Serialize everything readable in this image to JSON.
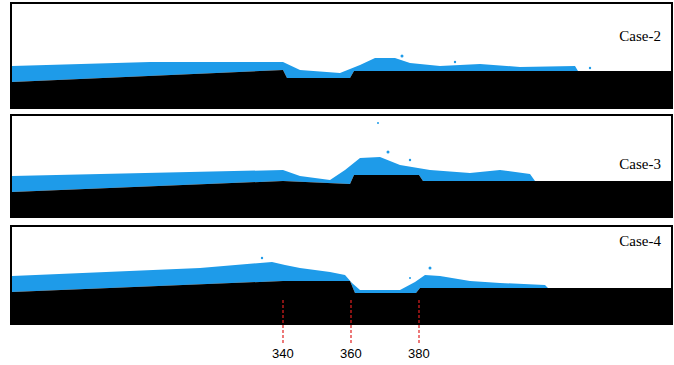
{
  "diagram": {
    "nodes": [
      {
        "text": [
          "Case-2"
        ]
      },
      {
        "text": [
          "Case-3"
        ]
      },
      {
        "text": [
          "Case-4"
        ]
      }
    ],
    "labels": [
      "340",
      "360",
      "380"
    ]
  }
}
